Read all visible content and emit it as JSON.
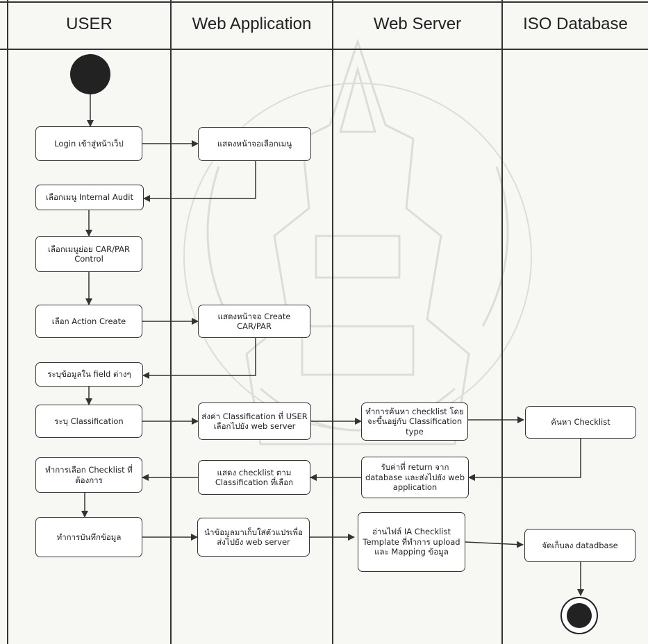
{
  "lanes": [
    {
      "title": "USER"
    },
    {
      "title": "Web Application"
    },
    {
      "title": "Web Server"
    },
    {
      "title": "ISO Database"
    }
  ],
  "nodes": {
    "login": "Login เข้าสู่หน้าเว็ป",
    "show_menu": "แสดงหน้าจอเลือกเมนู",
    "select_internal_audit": "เลือกเมนู Internal Audit",
    "select_carpar": "เลือกเมนูย่อย CAR/PAR Control",
    "select_action_create": "เลือก Action Create",
    "show_create_screen": "แสดงหน้าจอ Create CAR/PAR",
    "fill_fields": "ระบุข้อมูลใน field ต่างๆ",
    "specify_classification": "ระบุ Classification",
    "send_classification": "ส่งค่า Classification ที่ USER เลือกไปยัง web server",
    "search_checklist_by_type": "ทำการค้นหา checklist โดยจะขึ้นอยู่กับ Classification type",
    "search_checklist_db": "ค้นหา Checklist",
    "select_checklist": "ทำการเลือก Checklist ที่ต้องการ",
    "show_checklist": "แสดง checklist ตาม Classification ที่เลือก",
    "receive_return": "รับค่าที่ return จาก database และส่งไปยัง web application",
    "save_data": "ทำการบันทึกข้อมูล",
    "store_variables": "นำข้อมูลมาเก็บใส่ตัวแปรเพื่อส่งไปยัง web server",
    "read_template": "อ่านไฟล์ IA Checklist Template ที่ทำการ upload และ Mapping ข้อมูล",
    "store_db": "จัดเก็บลง datadbase"
  }
}
